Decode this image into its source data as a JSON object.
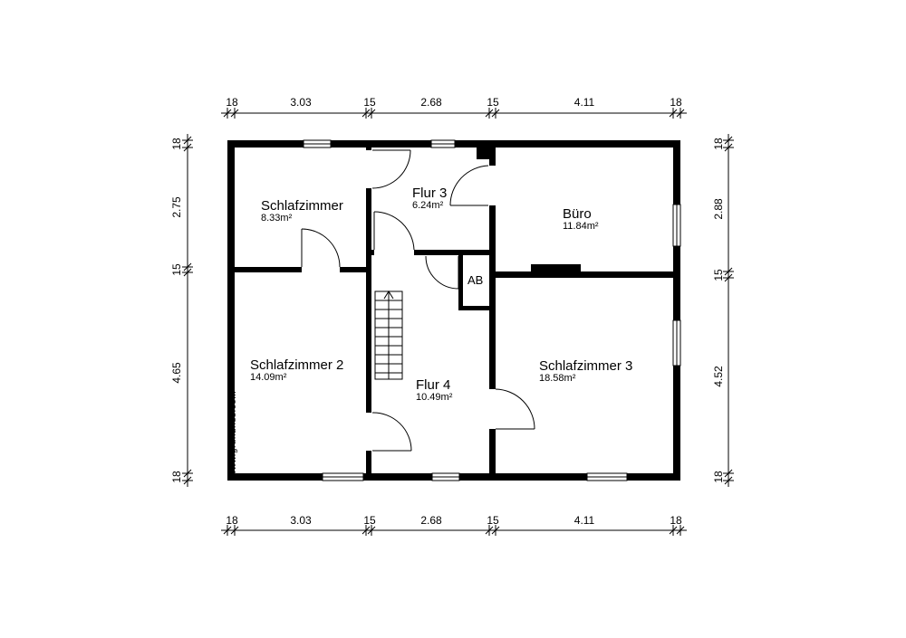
{
  "rooms": [
    {
      "name": "Schlafzimmer",
      "area": "8.33m²"
    },
    {
      "name": "Flur 3",
      "area": "6.24m²"
    },
    {
      "name": "Büro",
      "area": "11.84m²"
    },
    {
      "name": "Schlafzimmer 2",
      "area": "14.09m²"
    },
    {
      "name": "Flur 4",
      "area": "10.49m²"
    },
    {
      "name": "Schlafzimmer 3",
      "area": "18.58m²"
    },
    {
      "name": "AB",
      "area": ""
    }
  ],
  "dimensions": {
    "top": [
      "18",
      "3.03",
      "15",
      "2.68",
      "15",
      "4.11",
      "18"
    ],
    "bottom": [
      "18",
      "3.03",
      "15",
      "2.68",
      "15",
      "4.11",
      "18"
    ],
    "left": [
      "18",
      "2.75",
      "15",
      "4.65",
      "18"
    ],
    "right": [
      "18",
      "2.88",
      "15",
      "4.52",
      "18"
    ]
  },
  "watermark": "www.grundriss.com",
  "colors": {
    "wall": "#000000",
    "line": "#000000",
    "window": "#ffffff"
  }
}
